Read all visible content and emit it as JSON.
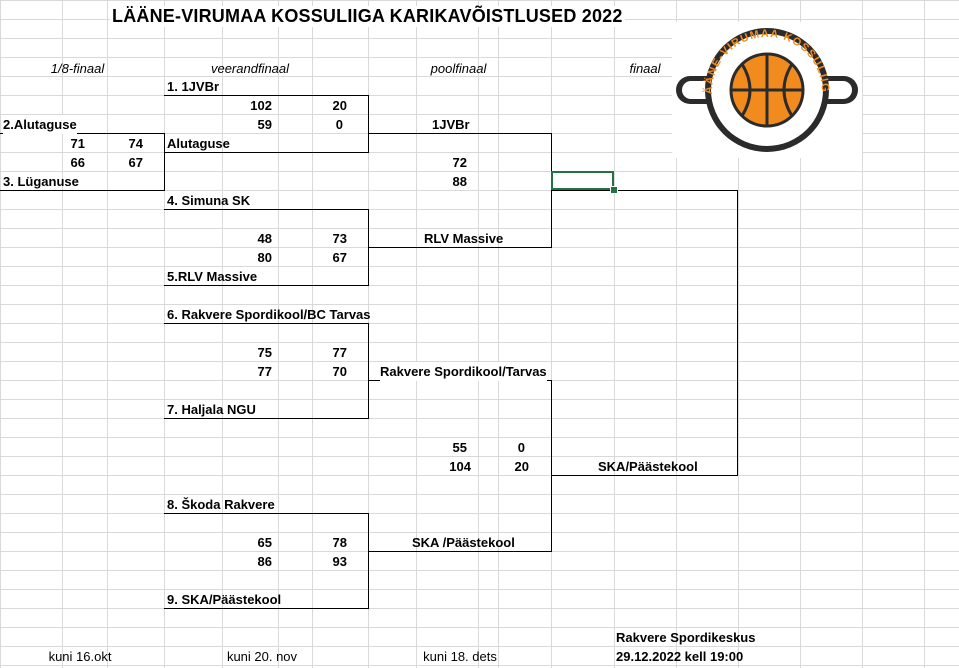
{
  "title": "LÄÄNE-VIRUMAA KOSSULIIGA KARIKAVÕISTLUSED 2022",
  "rounds": {
    "r16": "1/8-finaal",
    "qf": "veerandfinaal",
    "sf": "poolfinaal",
    "final": "finaal"
  },
  "logo": {
    "text": "LÄÄNE-VIRUMAA KOSSULIIGA",
    "icon": "basketball-icon"
  },
  "r16_match": {
    "team_a": "2.Alutaguse",
    "team_b": "3. Lüganuse",
    "a_g1": "71",
    "b_g1": "74",
    "a_g2": "66",
    "b_g2": "67"
  },
  "qf1": {
    "team_a": "1. 1JVBr",
    "team_b": "Alutaguse",
    "s1a": "102",
    "s1b": "20",
    "s2a": "59",
    "s2b": "0"
  },
  "qf2": {
    "team_a": "4. Simuna SK",
    "team_b": "5.RLV Massive",
    "s1a": "48",
    "s1b": "73",
    "s2a": "80",
    "s2b": "67"
  },
  "qf3": {
    "team_a": "6. Rakvere Spordikool/BC Tarvas",
    "team_b": "7. Haljala NGU",
    "s1a": "75",
    "s1b": "77",
    "s2a": "77",
    "s2b": "70"
  },
  "qf4": {
    "team_a": "8. Škoda Rakvere",
    "team_b": "9. SKA/Päästekool",
    "s1a": "65",
    "s1b": "78",
    "s2a": "86",
    "s2b": "93"
  },
  "sf1": {
    "team_a": "1JVBr",
    "team_b": "RLV Massive",
    "s1": "72",
    "s2": "88"
  },
  "sf2": {
    "team_a": "Rakvere Spordikool/Tarvas",
    "team_b": "SKA /Päästekool",
    "s1a": "55",
    "s1b": "0",
    "s2a": "104",
    "s2b": "20"
  },
  "final": {
    "team_b": "SKA/Päästekool"
  },
  "deadlines": {
    "r16": "kuni 16.okt",
    "qf": "kuni 20. nov",
    "sf": "kuni 18. dets"
  },
  "final_info": {
    "venue": "Rakvere Spordikeskus",
    "datetime": "29.12.2022 kell 19:00"
  },
  "colors": {
    "grid": "#d9d9d9",
    "selection": "#217346",
    "logo_orange": "#f28b1e",
    "logo_dark": "#2b2b2b"
  }
}
